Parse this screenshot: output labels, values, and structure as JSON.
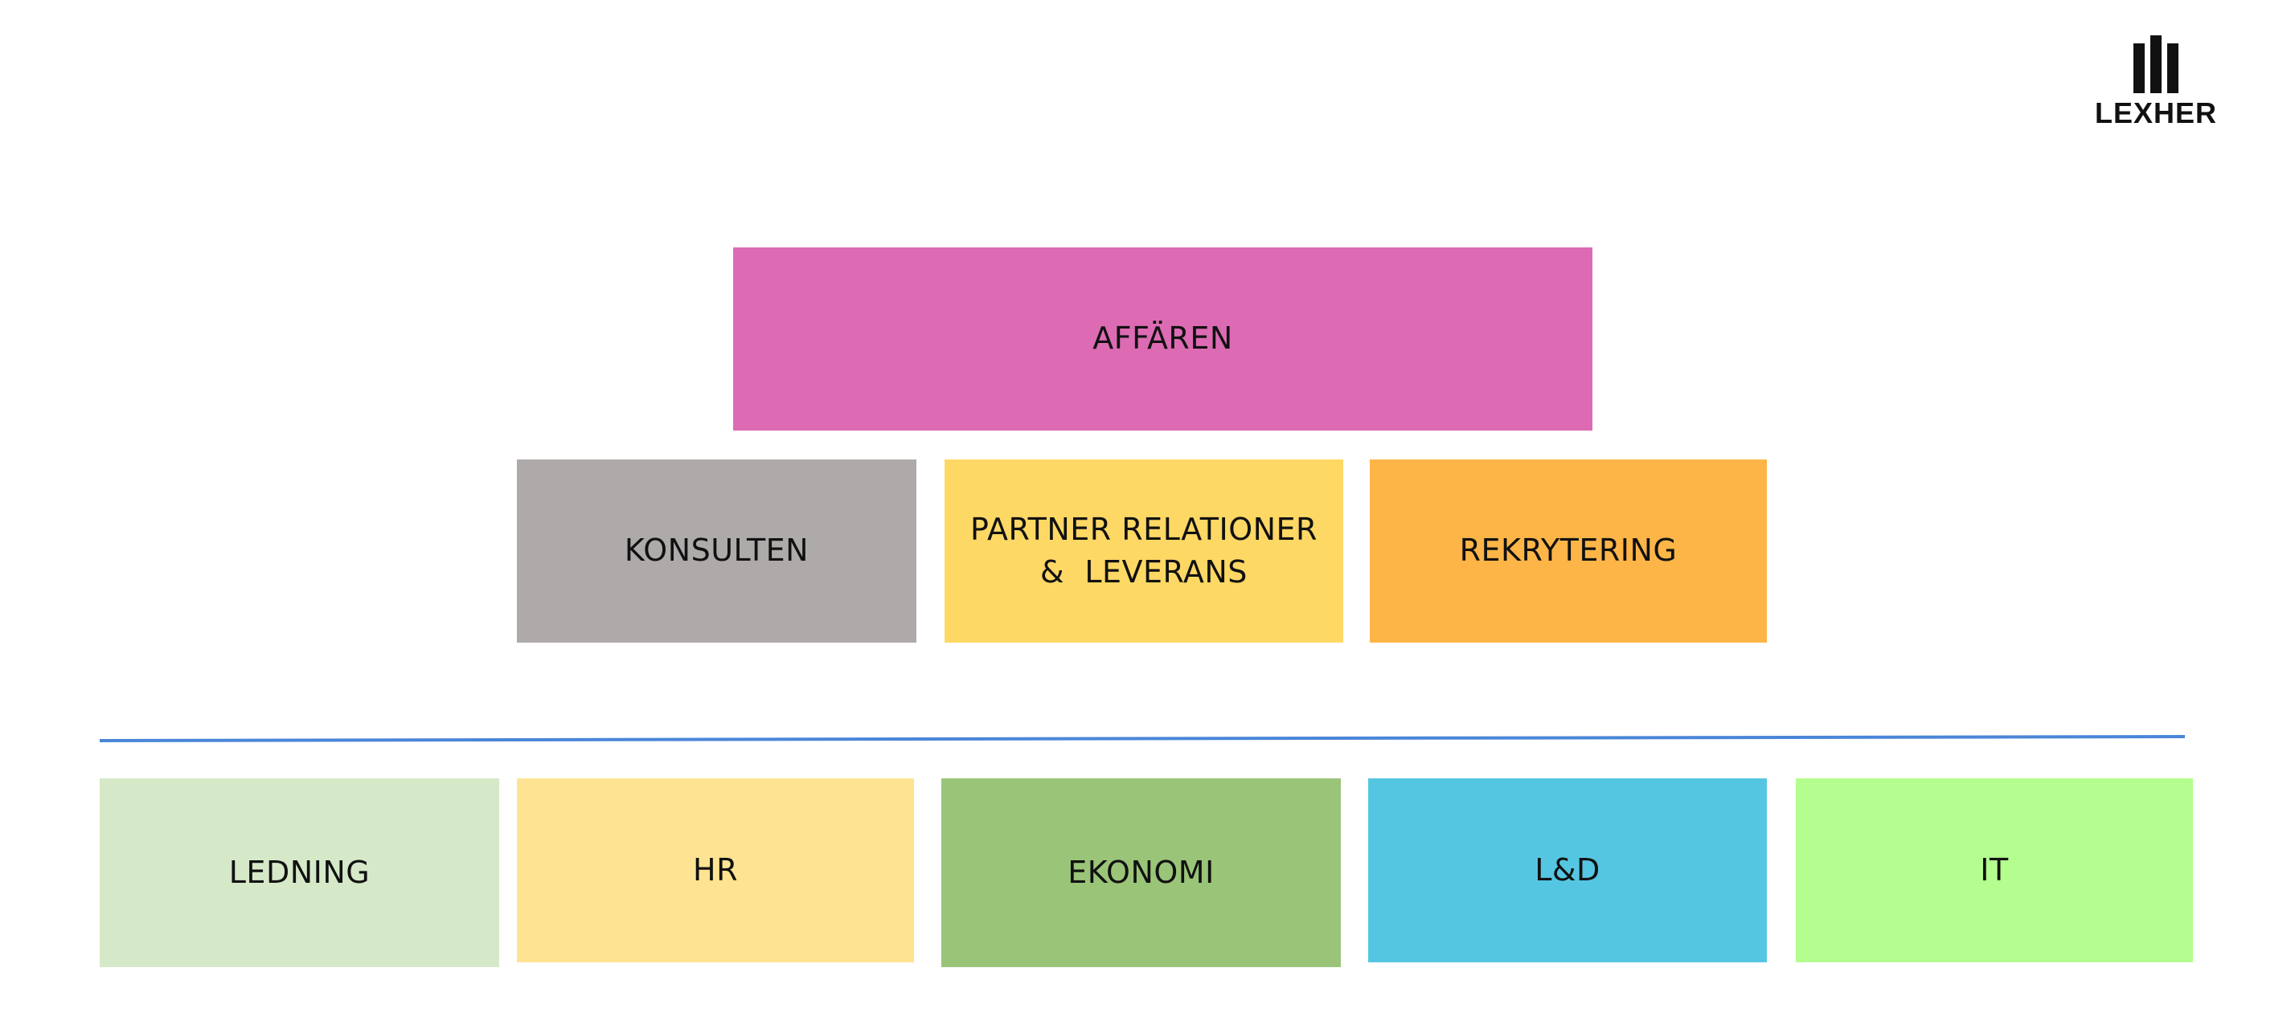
{
  "logo": {
    "text": "LEXHER",
    "icon": "bar-columns-logo-icon"
  },
  "top": {
    "label": "AFFÄREN",
    "color": "#DC6BB4"
  },
  "middle": [
    {
      "label_lines": [
        "KONSULTEN"
      ],
      "color": "#AFAAAA"
    },
    {
      "label_lines": [
        "PARTNER RELATIONER",
        "&  LEVERANS"
      ],
      "color": "#FED865"
    },
    {
      "label_lines": [
        "REKRYTERING"
      ],
      "color": "#FEB548"
    }
  ],
  "divider_color": "#4A86D8",
  "bottom": [
    {
      "label": "LEDNING",
      "color": "#D5E9C8"
    },
    {
      "label": "HR",
      "color": "#FEE492"
    },
    {
      "label": "EKONOMI",
      "color": "#9AC578"
    },
    {
      "label": "L&D",
      "color": "#55C6E2"
    },
    {
      "label": "IT",
      "color": "#B3FE8E"
    }
  ]
}
